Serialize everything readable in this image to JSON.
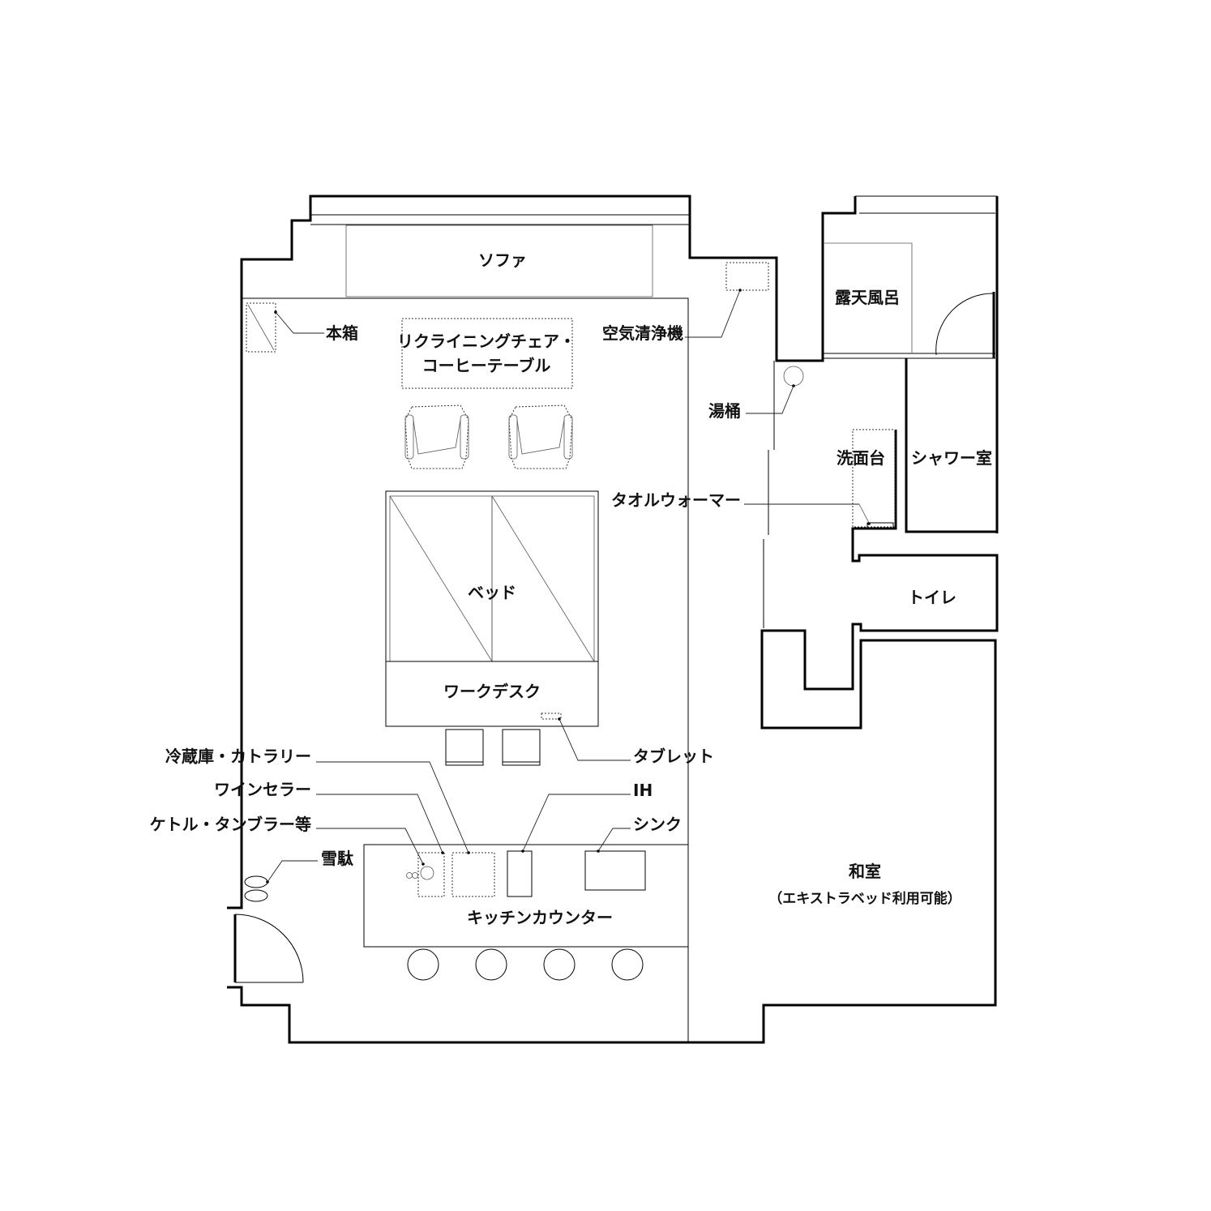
{
  "labels": {
    "sofa": "ソファ",
    "bookshelf": "本箱",
    "recliner_line1": "リクライニングチェア・",
    "recliner_line2": "コーヒーテーブル",
    "air_purifier": "空気清浄機",
    "outdoor_bath": "露天風呂",
    "bucket": "湯桶",
    "washbasin": "洗面台",
    "shower": "シャワー室",
    "towel_warmer": "タオルウォーマー",
    "toilet": "トイレ",
    "bed": "ベッド",
    "work_desk": "ワークデスク",
    "tablet": "タブレット",
    "fridge": "冷蔵庫・カトラリー",
    "wine_cellar": "ワインセラー",
    "kettle": "ケトル・タンブラー等",
    "ih": "IH",
    "sink": "シンク",
    "geta": "雪駄",
    "kitchen_counter": "キッチンカウンター",
    "japanese_room": "和室",
    "japanese_room_note": "（エキストラベッド利用可能）"
  }
}
